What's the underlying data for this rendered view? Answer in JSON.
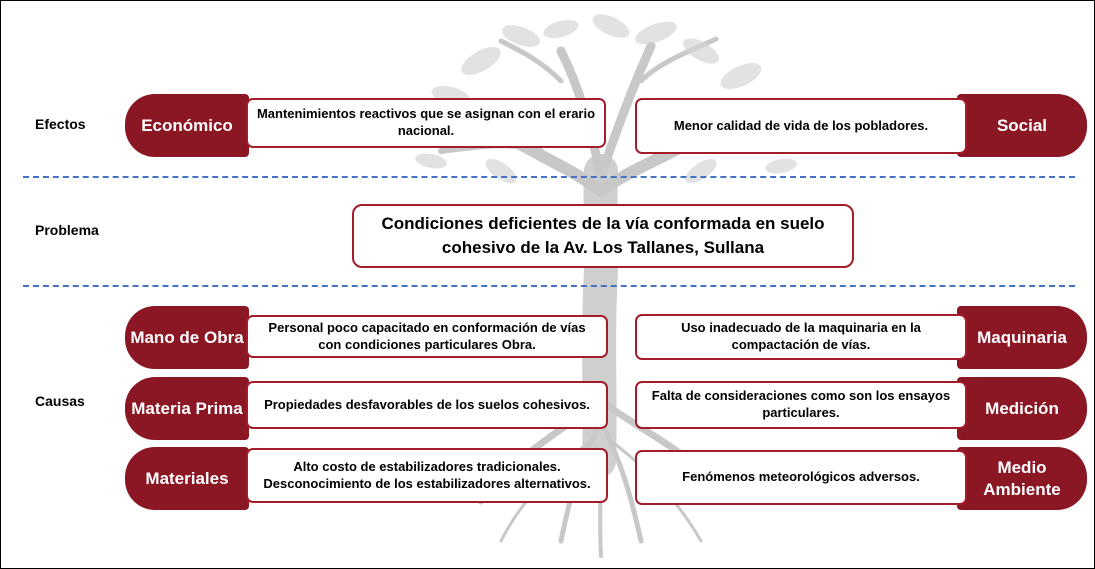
{
  "labels": {
    "efectos": "Efectos",
    "problema": "Problema",
    "causas": "Causas"
  },
  "effects": {
    "left": {
      "tag": "Económico",
      "text": "Mantenimientos reactivos que se asignan con el erario nacional."
    },
    "right": {
      "tag": "Social",
      "text": "Menor calidad de vida de los pobladores."
    }
  },
  "problem": "Condiciones deficientes de la vía conformada en suelo cohesivo de la Av. Los Tallanes, Sullana",
  "causes": [
    {
      "tag": "Mano de Obra",
      "text": "Personal poco capacitado en conformación de vías con condiciones particulares Obra."
    },
    {
      "tag": "Materia Prima",
      "text": "Propiedades desfavorables de los suelos cohesivos."
    },
    {
      "tag": "Materiales",
      "text": "Alto costo de estabilizadores tradicionales. Desconocimiento de los estabilizadores alternativos."
    },
    {
      "tag": "Maquinaria",
      "text": "Uso inadecuado de la maquinaria en la compactación de vías."
    },
    {
      "tag": "Medición",
      "text": "Falta de consideraciones como son los ensayos particulares."
    },
    {
      "tag": "Medio Ambiente",
      "text": "Fenómenos meteorológicos adversos."
    }
  ],
  "colors": {
    "tag_bg": "#8b1624",
    "box_border": "#a31c2a",
    "divider": "#4472c4",
    "tree": "#d3d3d3"
  }
}
